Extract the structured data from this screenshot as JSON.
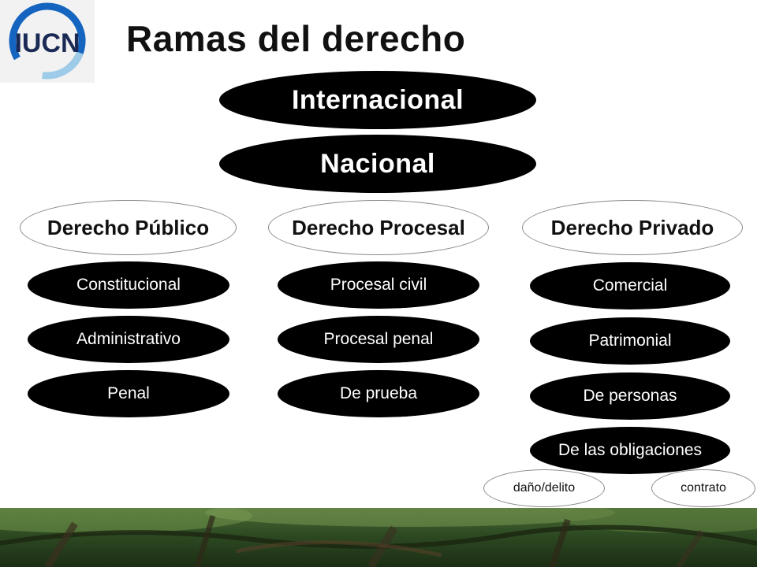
{
  "title": "Ramas del derecho",
  "logo": {
    "text": "IUCN"
  },
  "levels": {
    "internacional": "Internacional",
    "nacional": "Nacional"
  },
  "categories": {
    "publico": {
      "label": "Derecho Público",
      "items": [
        "Constitucional",
        "Administrativo",
        "Penal"
      ]
    },
    "procesal": {
      "label": "Derecho Procesal",
      "items": [
        "Procesal civil",
        "Procesal penal",
        "De prueba"
      ]
    },
    "privado": {
      "label": "Derecho Privado",
      "items": [
        "Comercial",
        "Patrimonial",
        "De personas",
        "De las obligaciones"
      ],
      "obligaciones_sub": [
        "daño/delito",
        "contrato"
      ]
    }
  },
  "colors": {
    "oval_fill": "#000000",
    "oval_text": "#ffffff",
    "logo_blue": "#1565c0",
    "logo_text": "#1a2a55"
  }
}
